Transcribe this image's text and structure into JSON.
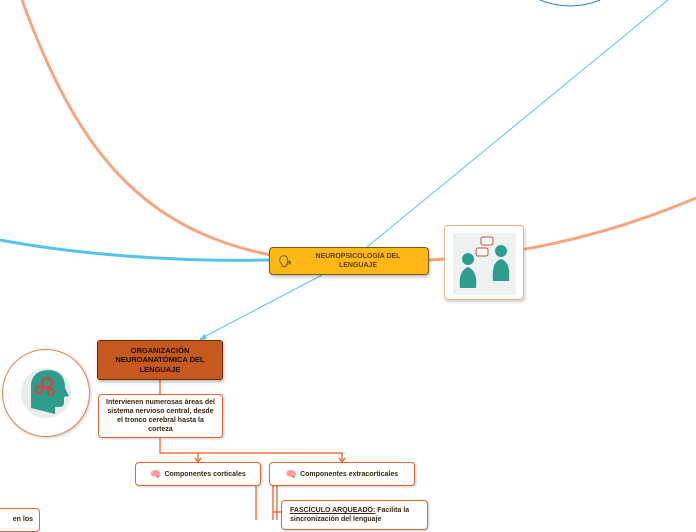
{
  "central": {
    "label": "NEUROPSICOLOGÍA DEL LENGUAJE",
    "icon": "speaking-head-icon"
  },
  "organizacion": {
    "label": "ORGANIZACIÓN NEUROANATÓMICA DEL LENGUAJE"
  },
  "descripcion": {
    "text": "Intervienen numerosas áreas del sistema nervioso central, desde el tronco cerebral hasta la corteza"
  },
  "componentes": [
    {
      "label": "Componentes corticales",
      "icon": "brain-icon"
    },
    {
      "label": "Componentes extracorticales",
      "icon": "brain-icon"
    }
  ],
  "fasciculo": {
    "title": "FASCÍCULO ARQUEADO:",
    "text": "Facilita la sincronización del lenguaje"
  },
  "left_partial": {
    "text": "en los"
  },
  "images": [
    {
      "name": "conversation-illustration",
      "icon": "people-talking-icon"
    },
    {
      "name": "head-gears-illustration",
      "icon": "head-gears-icon"
    }
  ],
  "colors": {
    "central_fill": "#ffb816",
    "main_branch_fill": "#c65a1e",
    "connector_orange": "#e8541a",
    "curve_peach": "#f6a57e",
    "curve_blue": "#56c3ea",
    "figure_teal": "#2e9e8c"
  }
}
